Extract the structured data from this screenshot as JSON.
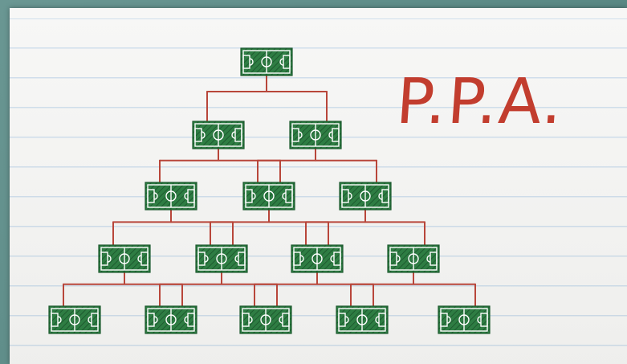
{
  "title": "P.P.A.",
  "colors": {
    "connector": "#b8463a",
    "pitch": "#2e7d43",
    "pitch_dark": "#1d5a2f",
    "pitch_lines": "#ffffff",
    "title": "#c23d2e",
    "paper": "#f3f3f1",
    "rule_lines": "#b9cfe3",
    "background": "#5b8a86"
  },
  "diagram": {
    "node_icon": "football-pitch-icon",
    "levels": [
      {
        "name": "level-1",
        "count": 1
      },
      {
        "name": "level-2",
        "count": 2
      },
      {
        "name": "level-3",
        "count": 3
      },
      {
        "name": "level-4",
        "count": 4
      },
      {
        "name": "level-5",
        "count": 5
      }
    ]
  }
}
